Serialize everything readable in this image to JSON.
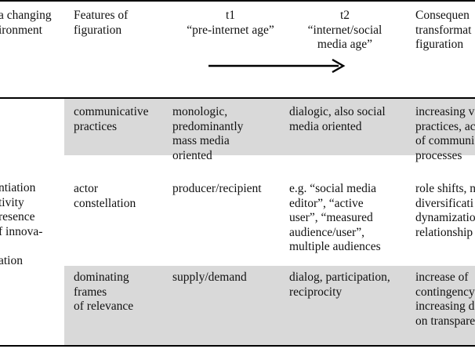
{
  "header": {
    "col0": [
      "a changing",
      "ironment"
    ],
    "col1": [
      "Features of",
      "figuration"
    ],
    "col2": [
      "t1",
      "“pre-internet age”"
    ],
    "col3": [
      "t2",
      "“internet/social",
      "media age”"
    ],
    "col4": [
      "Consequen",
      "transformat",
      "figuration"
    ]
  },
  "row_group_label": [
    "ntiation",
    "tivity",
    "resence",
    "f innova-",
    "",
    "ation"
  ],
  "rows": [
    {
      "feature": [
        "communicative",
        "practices"
      ],
      "t1": [
        "monologic,",
        "predominantly",
        "mass media",
        "oriented"
      ],
      "t2": [
        "dialogic, also social",
        "media oriented"
      ],
      "consequence": [
        "increasing v",
        "practices, ac",
        "of communi",
        "processes"
      ]
    },
    {
      "feature": [
        "actor",
        "constellation"
      ],
      "t1": [
        "producer/recipient"
      ],
      "t2": [
        "e.g. “social media",
        "editor”, “active",
        "user”, “measured",
        "audience/user”,",
        "multiple audiences"
      ],
      "consequence": [
        "role shifts, n",
        "diversificati",
        "dynamizatio",
        "relationship"
      ]
    },
    {
      "feature": [
        "dominating",
        "frames",
        "of relevance"
      ],
      "t1": [
        "supply/demand"
      ],
      "t2": [
        "dialog, participation,",
        "reciprocity"
      ],
      "consequence": [
        "increase of",
        "contingency",
        "increasing d",
        "on transpare"
      ]
    }
  ],
  "colors": {
    "rule": "#000000",
    "shade": "#d9d9d9",
    "text": "#111111"
  }
}
